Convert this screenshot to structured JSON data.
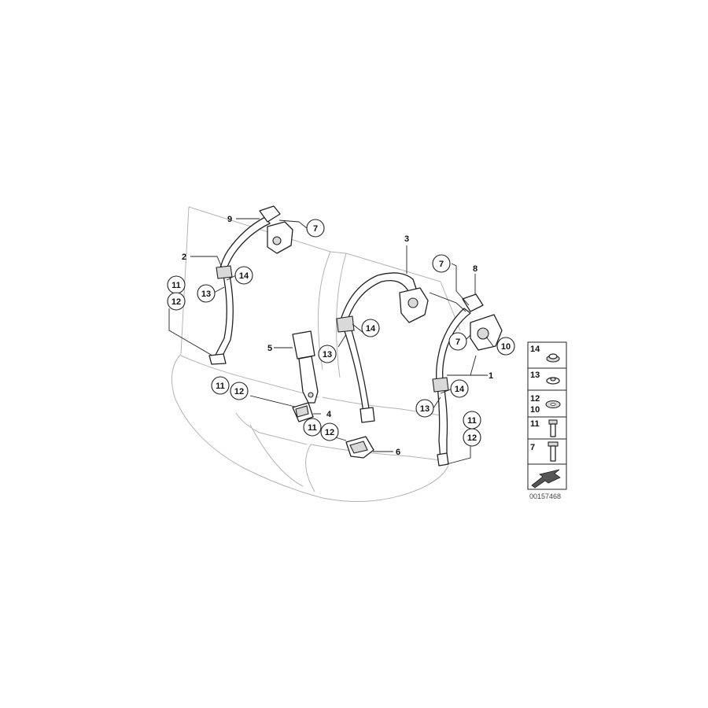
{
  "diagram": {
    "drawing_number": "00157468",
    "callouts": {
      "c1": "1",
      "c2": "2",
      "c3": "3",
      "c4": "4",
      "c5": "5",
      "c6": "6",
      "c7a": "7",
      "c7b": "7",
      "c7c": "7",
      "c8": "8",
      "c9": "9",
      "c10": "10",
      "c11a": "11",
      "c11b": "11",
      "c11c": "11",
      "c11d": "11",
      "c12a": "12",
      "c12b": "12",
      "c12c": "12",
      "c12d": "12",
      "c13a": "13",
      "c13b": "13",
      "c13c": "13",
      "c14a": "14",
      "c14b": "14",
      "c14c": "14"
    },
    "parts_legend": [
      {
        "label": "14",
        "icon": "washer-nut-icon"
      },
      {
        "label": "13",
        "icon": "cap-icon"
      },
      {
        "label": "12",
        "icon": "washer-icon"
      },
      {
        "label": "10",
        "icon": "washer-icon"
      },
      {
        "label": "11",
        "icon": "bolt-icon"
      },
      {
        "label": "7",
        "icon": "flange-bolt-icon"
      }
    ]
  }
}
